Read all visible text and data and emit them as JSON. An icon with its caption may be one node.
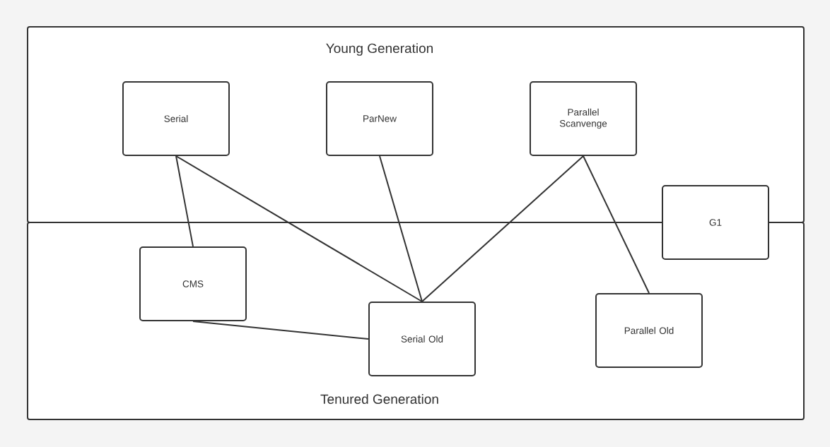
{
  "diagram": {
    "nodes": [
      {
        "text": [
          "Young Generation"
        ]
      },
      {
        "text": [
          "Serial"
        ],
        "in": 0
      },
      {
        "text": [
          "ParNew"
        ],
        "in": 0
      },
      {
        "text": [
          "Parallel Scanvenge"
        ],
        "in": 0
      },
      {
        "text": [
          "G1"
        ]
      },
      {
        "text": [
          "Tenured Generation"
        ]
      },
      {
        "text": [
          "CMS"
        ],
        "in": 5
      },
      {
        "text": [
          "Serial Old"
        ],
        "in": 5
      },
      {
        "text": [
          "Parallel Old"
        ],
        "in": 5
      }
    ],
    "edges": [
      {
        "from": 1,
        "to": 6,
        "arrow": "none"
      },
      {
        "from": 1,
        "to": 7,
        "arrow": "none"
      },
      {
        "from": 2,
        "to": 7,
        "arrow": "none"
      },
      {
        "from": 3,
        "to": 7,
        "arrow": "none"
      },
      {
        "from": 3,
        "to": 8,
        "arrow": "none"
      },
      {
        "from": 6,
        "to": 7,
        "arrow": "none"
      }
    ]
  }
}
